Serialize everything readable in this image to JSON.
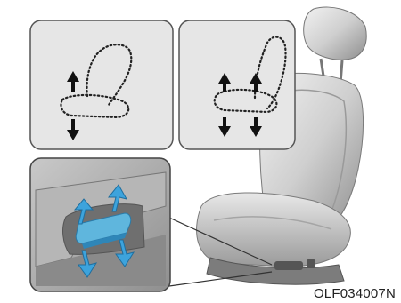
{
  "figure": {
    "caption": "OLF034007N",
    "panels": [
      {
        "name": "seat-tilt-panel",
        "icon": "seat-outline-dotted"
      },
      {
        "name": "seat-height-panel",
        "icon": "seat-outline-dotted"
      },
      {
        "name": "control-switch-panel",
        "icon": "power-seat-switch"
      }
    ],
    "colors": {
      "panel_bg": "#e6e6e6",
      "panel_border": "#555555",
      "arrow_black": "#111111",
      "arrow_blue": "#3da3dc",
      "switch_blue": "#5fb6dd"
    }
  }
}
